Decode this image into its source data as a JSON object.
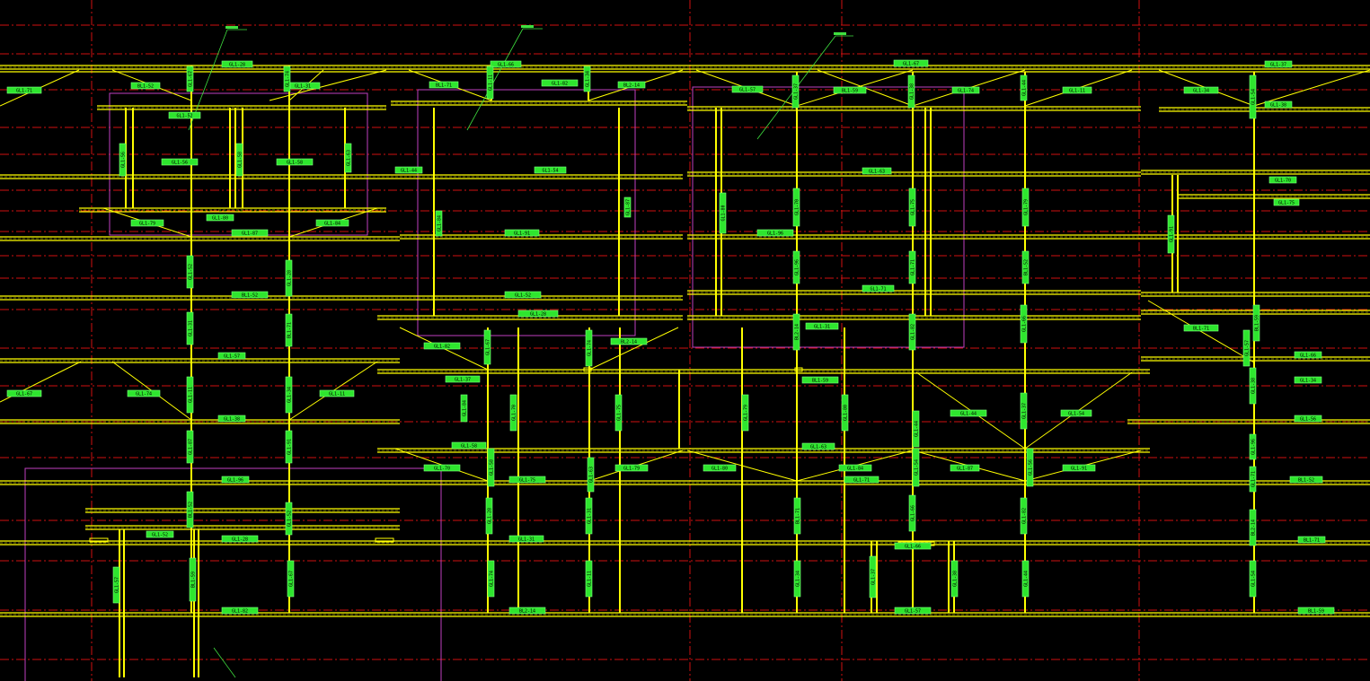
{
  "drawing": {
    "background": "#000000",
    "colors": {
      "grid": "#d01010",
      "structure": "#ffff00",
      "tag_fill": "#2ee62e",
      "tag_stroke": "#7dff7d",
      "leader": "#3fe03f",
      "boundary": "#c040c0"
    },
    "tags": [
      "GL1-71",
      "BL1-52",
      "GL1-52",
      "GL1-28",
      "GL1-31",
      "BL1-71",
      "GL1-66",
      "GL1-82",
      "BL2-14",
      "GL1-57",
      "BL1-59",
      "GL1-67",
      "GL1-74",
      "GL1-11",
      "GL1-34",
      "GL1-37",
      "GL1-38",
      "GL1-44",
      "GL1-54",
      "GL1-56",
      "GL1-58",
      "GL1-63",
      "GL1-70",
      "GL1-75",
      "GL1-79",
      "GL1-80",
      "GL1-84",
      "GL1-87",
      "GL1-91",
      "GL1-96"
    ],
    "callout_icon": "leader-callout-icon"
  }
}
